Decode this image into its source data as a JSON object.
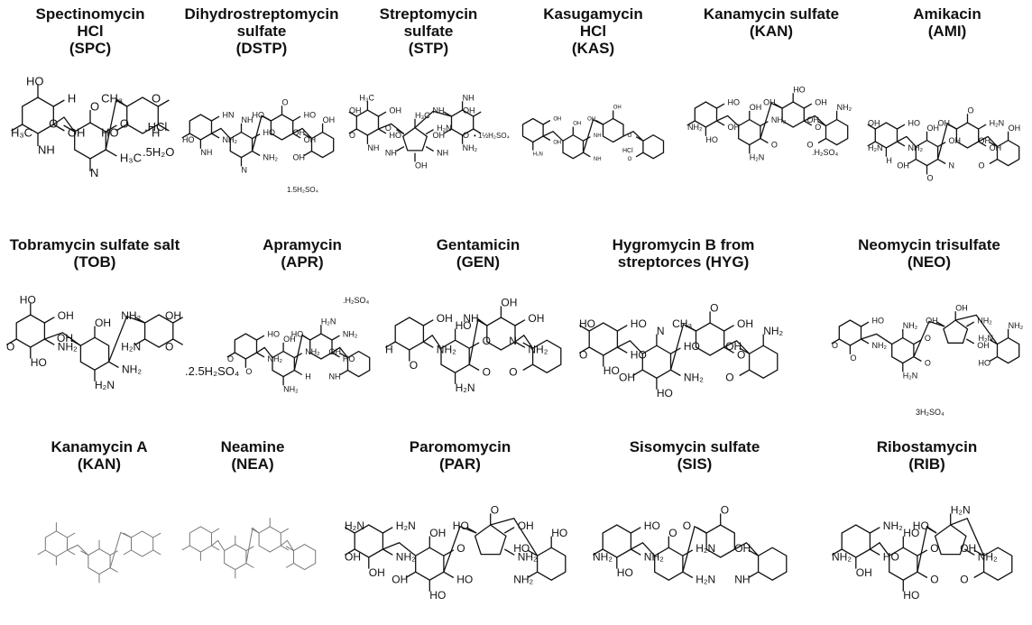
{
  "compounds": [
    {
      "id": "spc",
      "line1": "Spectinomycin",
      "line2": "HCl",
      "abbr": "(SPC)",
      "salt": ".HCl",
      "salt2": ".5H₂O",
      "labels": [
        "OH",
        "H",
        "O",
        "CH₃",
        "H₃C",
        "N",
        "H",
        "O",
        "HO",
        "O",
        "HO",
        "NH",
        "H₃C",
        "O"
      ]
    },
    {
      "id": "dstp",
      "line1": "Dihydrostreptomycin",
      "line2": "sulfate",
      "abbr": "(DSTP)",
      "salt": "1.5H₂SO₄",
      "salt2": "",
      "labels": [
        "NH₂",
        "HN",
        "NH",
        "HO",
        "OH",
        "NH",
        "NH₂",
        "HO",
        "O",
        "OH",
        "HO",
        "N",
        "OH",
        "HO",
        "OH"
      ]
    },
    {
      "id": "stp",
      "line1": "Streptomycin",
      "line2": "sulfate",
      "abbr": "(STP)",
      "salt": "• 1½H₂SO₄",
      "salt2": "",
      "labels": [
        "HO",
        "OH",
        "H₃C",
        "NH",
        "O",
        "OH",
        "O",
        "OH",
        "H₃C",
        "O",
        "OH",
        "NH",
        "NH",
        "H₂N",
        "NH",
        "OH",
        "NH",
        "NH₂"
      ]
    },
    {
      "id": "kas",
      "line1": "Kasugamycin",
      "line2": "HCl",
      "abbr": "(KAS)",
      "salt": "HCl",
      "salt2": "",
      "labels": [
        "OH",
        "OH",
        "OH",
        "OH",
        "O",
        "H₂N",
        "NH",
        "NH",
        "OH",
        "O"
      ]
    },
    {
      "id": "kan1",
      "line1": "Kanamycin sulfate",
      "line2": "(KAN)",
      "abbr": "",
      "salt": ".H₂SO₄",
      "salt2": "",
      "labels": [
        "OH",
        "HO",
        "OH",
        "OH",
        "O",
        "HO",
        "O",
        "NH₂",
        "HO",
        "OH",
        "NH₂",
        "H₂N",
        "O",
        "OH",
        "NH₂"
      ]
    },
    {
      "id": "ami",
      "line1": "Amikacin",
      "line2": "(AMI)",
      "abbr": "",
      "salt": "",
      "salt2": "",
      "labels": [
        "NH₂",
        "HO",
        "OH",
        "OH",
        "O",
        "H",
        "N",
        "OH",
        "O",
        "OH",
        "H₂N",
        "O",
        "OH",
        "H₂N",
        "OH",
        "OH",
        "OH"
      ]
    },
    {
      "id": "tob",
      "line1": "Tobramycin sulfate salt",
      "line2": "(TOB)",
      "abbr": "",
      "salt": ".2.5H₂SO₄",
      "salt2": "",
      "labels": [
        "NH₂",
        "OH",
        "OH",
        "NH₂",
        "O",
        "H₂N",
        "O",
        "OH",
        "HO",
        "OH",
        "H₂N",
        "HO",
        "NH₂"
      ]
    },
    {
      "id": "apr",
      "line1": "Apramycin",
      "line2": "(APR)",
      "abbr": "",
      "salt": ".H₂SO₄",
      "salt2": "",
      "labels": [
        "NH₂",
        "HO",
        "OH",
        "HO",
        "NH",
        "O",
        "H",
        "NH₂",
        "H₂N",
        "OH",
        "O",
        "NH₂",
        "HO",
        "NH₂"
      ]
    },
    {
      "id": "gen",
      "line1": "Gentamicin",
      "line2": "(GEN)",
      "abbr": "",
      "salt": "",
      "salt2": "",
      "labels": [
        "NH₂",
        "OH",
        "HO",
        "NH",
        "O",
        "O",
        "O",
        "O",
        "OH",
        "N",
        "H",
        "H₂N",
        "NH₂",
        "OH"
      ]
    },
    {
      "id": "hyg",
      "line1": "Hygromycin B from",
      "line2": "streptorces (HYG)",
      "abbr": "",
      "salt": "",
      "salt2": "",
      "labels": [
        "HO",
        "HO",
        "N",
        "CH₃",
        "O",
        "HO",
        "NH₂",
        "HO",
        "O",
        "OH",
        "O",
        "HO",
        "O",
        "OH",
        "NH₂",
        "HO",
        "OH"
      ]
    },
    {
      "id": "neo",
      "line1": "Neomycin trisulfate",
      "line2": "(NEO)",
      "abbr": "",
      "salt": "3H₂SO₄",
      "salt2": "",
      "labels": [
        "NH₂",
        "HO",
        "NH₂",
        "OH",
        "HO",
        "O",
        "O",
        "O",
        "OH",
        "H₂N",
        "O",
        "H₂N",
        "OH",
        "NH₂",
        "NH₂"
      ]
    },
    {
      "id": "kan2",
      "line1": "Kanamycin A",
      "line2": "(KAN)",
      "abbr": "",
      "salt": "",
      "salt2": "",
      "labels": []
    },
    {
      "id": "nea",
      "line1": "Neamine",
      "line2": "(NEA)",
      "abbr": "",
      "salt": "",
      "salt2": "",
      "labels": []
    },
    {
      "id": "par",
      "line1": "Paromomycin",
      "line2": "(PAR)",
      "abbr": "",
      "salt": "",
      "salt2": "",
      "labels": [
        "NH₂",
        "H₂N",
        "OH",
        "HO",
        "NH₂",
        "OH",
        "HO",
        "O",
        "O",
        "HO",
        "OH",
        "HO",
        "NH₂",
        "OH",
        "HO",
        "H₂N",
        "OH"
      ]
    },
    {
      "id": "sis",
      "line1": "Sisomycin sulfate",
      "line2": "(SIS)",
      "abbr": "",
      "salt": "",
      "salt2": "",
      "labels": [
        "NH₂",
        "HO",
        "O",
        "O",
        "NH",
        "HO",
        "H₂N",
        "H₂N",
        "O",
        "OH",
        "NH₂"
      ]
    },
    {
      "id": "rib",
      "line1": "Ribostamycin",
      "line2": "(RIB)",
      "abbr": "",
      "salt": "",
      "salt2": "",
      "labels": [
        "HO",
        "NH₂",
        "HO",
        "HO",
        "O",
        "OH",
        "O",
        "O",
        "H₂N",
        "OH",
        "NH₂",
        "HO",
        "NH₂"
      ]
    }
  ]
}
